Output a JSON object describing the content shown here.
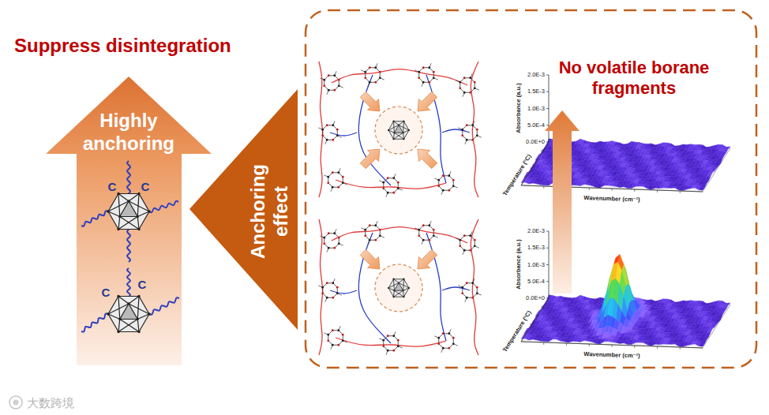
{
  "diagram": {
    "title": "Suppress disintegration",
    "nodes": [
      {
        "text": [
          "Highly anchoring"
        ]
      },
      {
        "text": [
          "Anchoring effect"
        ]
      },
      {
        "text": [
          "No volatile borane fragments"
        ]
      }
    ],
    "labels": [
      "C",
      "C",
      "C",
      "C",
      "2.0E-3",
      "1.5E-3",
      "1.0E-3",
      "5.0E-4",
      "0.0E+0",
      "Absorbance (a.u.)",
      "Wavenumber (cm⁻¹)",
      "Temperature (°C)",
      "2.0E-3",
      "1.5E-3",
      "1.0E-3",
      "5.0E-4",
      "0.0E+0",
      "Absorbance (a.u.)",
      "Wavenumber (cm⁻¹)",
      "Temperature (°C)",
      "大数跨境"
    ]
  }
}
